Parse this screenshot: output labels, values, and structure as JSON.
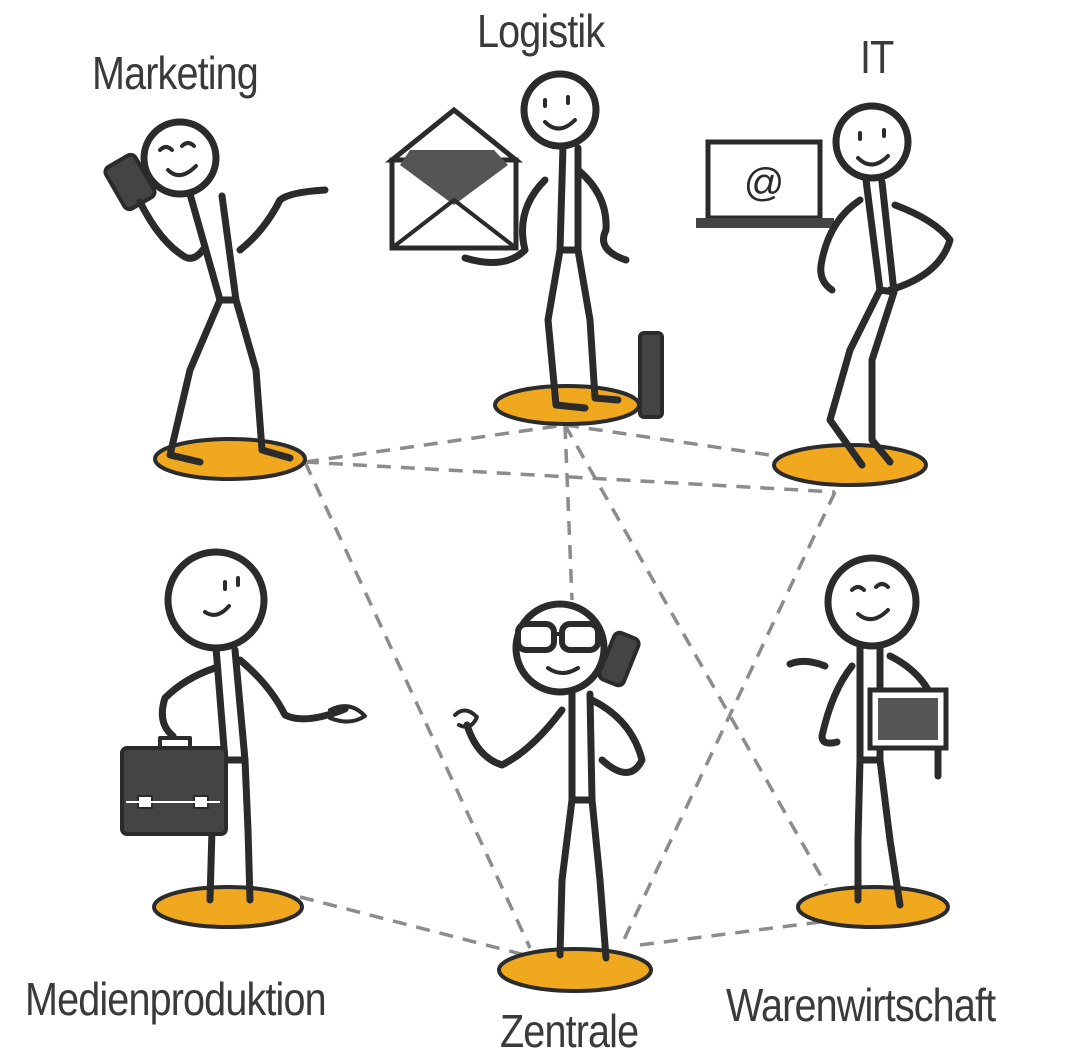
{
  "departments": {
    "marketing": "Marketing",
    "logistik": "Logistik",
    "it": "IT",
    "medienproduktion": "Medienproduktion",
    "zentrale": "Zentrale",
    "warenwirtschaft": "Warenwirtschaft"
  },
  "props": {
    "laptop_screen": "@"
  },
  "colors": {
    "platform": "#f0a91e",
    "ink": "#2b2b2b",
    "connector": "#8c8c8c",
    "label": "#3a3a3a"
  },
  "connections": [
    [
      "Marketing",
      "Logistik"
    ],
    [
      "Marketing",
      "IT"
    ],
    [
      "Marketing",
      "Zentrale"
    ],
    [
      "Logistik",
      "IT"
    ],
    [
      "Logistik",
      "Zentrale"
    ],
    [
      "Logistik",
      "Warenwirtschaft"
    ],
    [
      "IT",
      "Zentrale"
    ],
    [
      "Medienproduktion",
      "Zentrale"
    ],
    [
      "Zentrale",
      "Warenwirtschaft"
    ]
  ]
}
